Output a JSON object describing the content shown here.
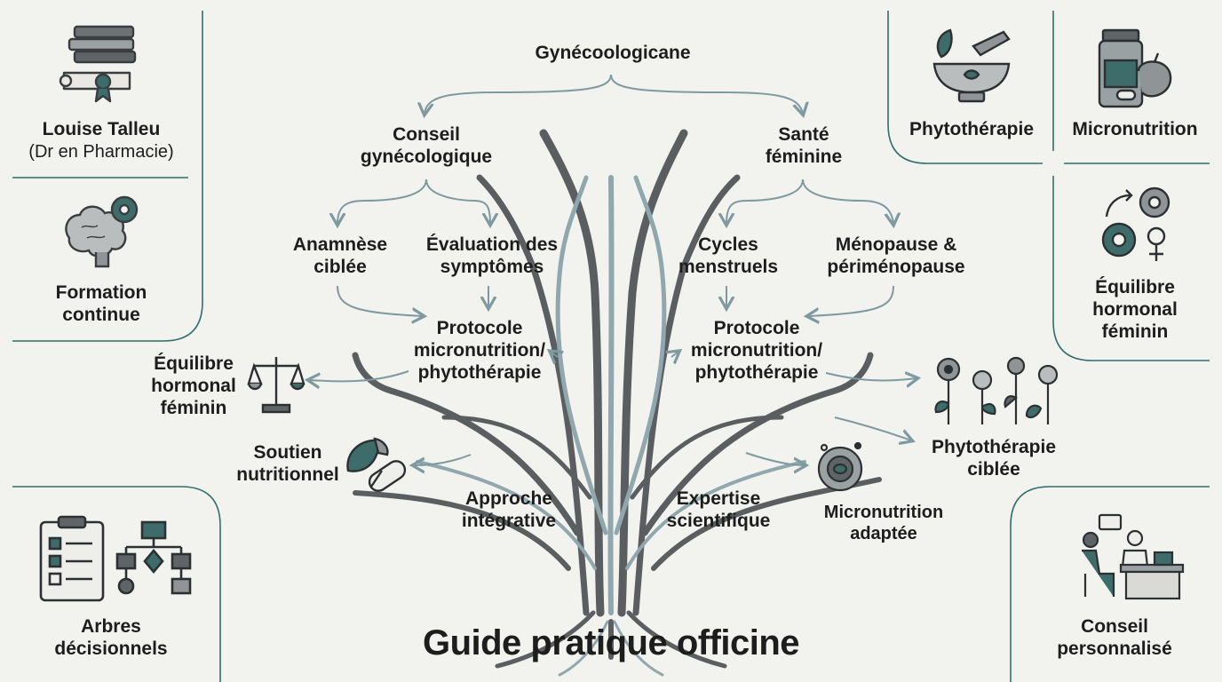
{
  "title": "Guide pratique officine",
  "root": "Gynécoologicane",
  "branches": {
    "left": {
      "label": [
        "Conseil",
        "gynécologique"
      ]
    },
    "right": {
      "label": [
        "Santé",
        "féminine"
      ]
    }
  },
  "sub_nodes": {
    "anamnese": [
      "Anamnèse",
      "ciblée"
    ],
    "evaluation": [
      "Évaluation des",
      "symptômes"
    ],
    "cycles": [
      "Cycles",
      "menstruels"
    ],
    "menopause": [
      "Ménopause &",
      "périménopause"
    ],
    "protocole_left": [
      "Protocole",
      "micronutrition/",
      "phytothérapie"
    ],
    "protocole_right": [
      "Protocole",
      "micronutrition/",
      "phytothérapie"
    ]
  },
  "outer_nodes": {
    "equilibre_left": [
      "Équilibre",
      "hormonal",
      "féminin"
    ],
    "soutien": [
      "Soutien",
      "nutritionnel"
    ],
    "approche": [
      "Approche",
      "intégrative"
    ],
    "expertise": [
      "Expertise",
      "scientifique"
    ],
    "micronutrition_adaptee": [
      "Micronutrition",
      "adaptée"
    ],
    "phyto_ciblee": [
      "Phytothérapie",
      "ciblée"
    ]
  },
  "side_panels": {
    "author": {
      "name": "Louise Talleu",
      "role": "(Dr en Pharmacie)"
    },
    "formation": [
      "Formation",
      "continue"
    ],
    "arbres": [
      "Arbres",
      "décisionnels"
    ],
    "phytotherapie": "Phytothérapie",
    "micronutrition": "Micronutrition",
    "equilibre_right": [
      "Équilibre",
      "hormonal",
      "féminin"
    ],
    "conseil": [
      "Conseil",
      "personnalisé"
    ]
  },
  "colors": {
    "trunk_dark": "#5b5e60",
    "trunk_light": "#8fa7ad",
    "accent_teal": "#3e6c6a",
    "arrow": "#7e9aa0",
    "frame": "#2f6f6c",
    "text": "#1d1d1d"
  },
  "icons": [
    "books-diploma-icon",
    "brain-gears-icon",
    "checklist-flowchart-icon",
    "mortar-pestle-icon",
    "supplement-bottle-icon",
    "hormone-gears-icon",
    "consultation-icon",
    "scales-icon",
    "leaf-capsule-icon",
    "flowers-icon",
    "cell-icon"
  ]
}
